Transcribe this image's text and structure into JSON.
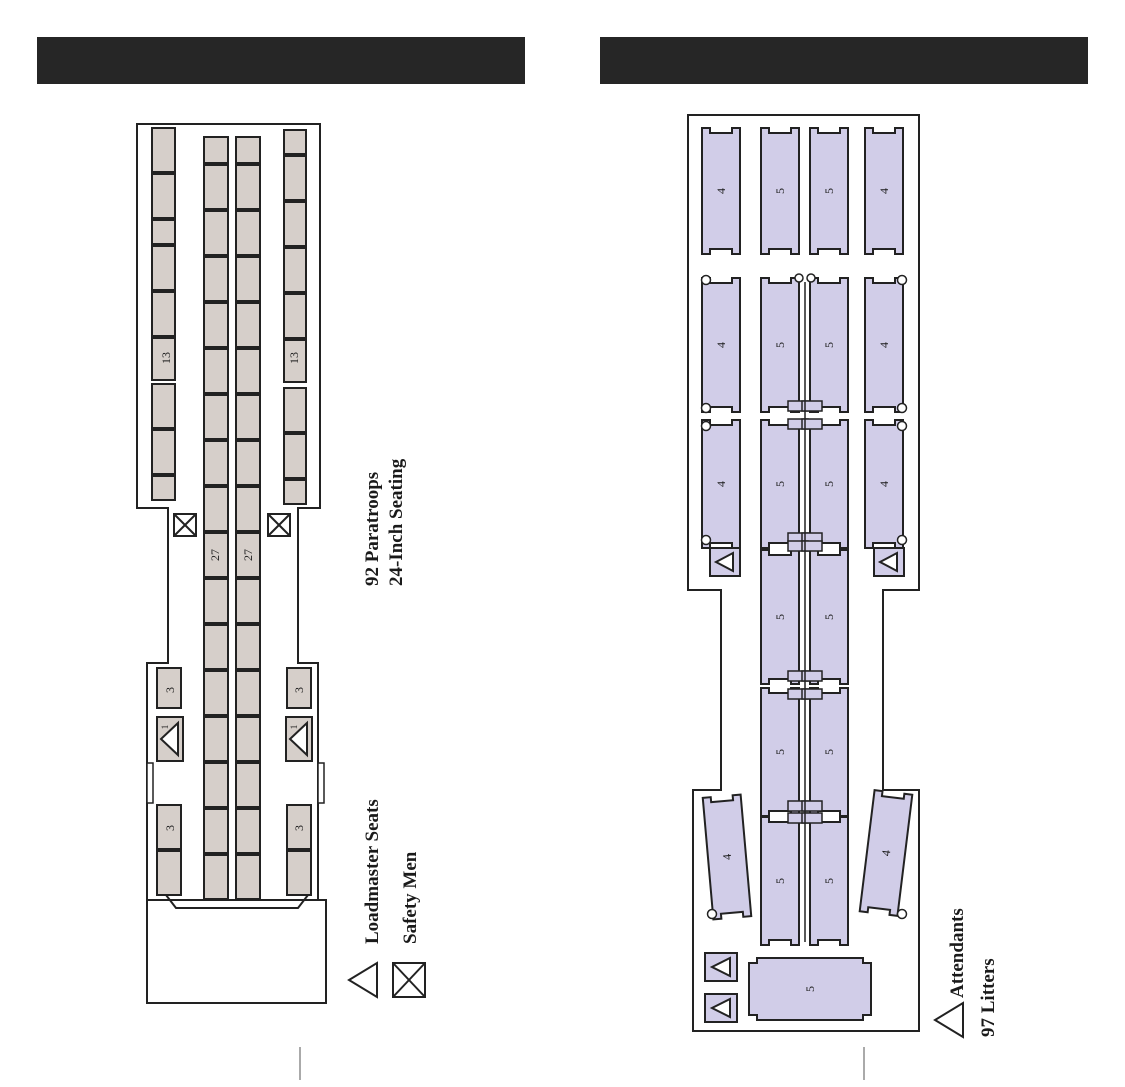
{
  "colors": {
    "header": "#262626",
    "seat_fill": "#d6cfca",
    "litter_fill": "#d1cde8",
    "outline": "#222222"
  },
  "left_diagram": {
    "seat_counts": {
      "outer_top_left": "13",
      "outer_top_right": "13",
      "center_left": "27",
      "center_right": "27",
      "aft_upper_left": "3",
      "aft_upper_right": "3",
      "aft_lower_left": "3",
      "aft_lower_right": "3",
      "loadmaster_left": "1",
      "loadmaster_right": "1"
    },
    "title_line1": "92 Paratroops",
    "title_line2": "24-Inch Seating",
    "legend": [
      {
        "icon": "triangle-icon",
        "label": "Loadmaster Seats"
      },
      {
        "icon": "crossed-box-icon",
        "label": "Safety Men"
      }
    ]
  },
  "right_diagram": {
    "stanchion_rows": [
      [
        "4",
        "5",
        "5",
        "4"
      ],
      [
        "4",
        "5",
        "5",
        "4"
      ],
      [
        "4",
        "5",
        "5",
        "4"
      ],
      [
        "5",
        "5"
      ],
      [
        "5",
        "5"
      ],
      [
        "4",
        "5",
        "5",
        "4"
      ]
    ],
    "bottom_litter": "5",
    "legend": [
      {
        "icon": "triangle-icon",
        "label": "Attendants"
      },
      {
        "icon": "",
        "label": "97 Litters"
      }
    ]
  }
}
